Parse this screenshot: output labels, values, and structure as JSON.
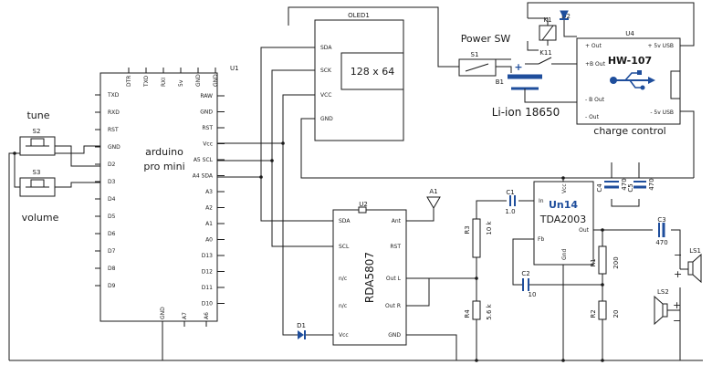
{
  "colors": {
    "wire": "#1a1a1a",
    "accent": "#1f4e9c",
    "background": "#ffffff"
  },
  "oled": {
    "ref": "OLED1",
    "label": "128 x 64",
    "pins": [
      "SDA",
      "SCK",
      "VCC",
      "GND"
    ]
  },
  "arduino": {
    "ref": "U1",
    "title_line1": "arduino",
    "title_line2": "pro mini",
    "left_pins": [
      "TXD",
      "RXD",
      "RST",
      "GND",
      "D2",
      "D3",
      "D4",
      "D5",
      "D6",
      "D7",
      "D8",
      "D9"
    ],
    "top_pins": [
      "DTR",
      "TXO",
      "RXI",
      "5v",
      "GND",
      "GND"
    ],
    "right_pins": [
      "RAW",
      "GND",
      "RST",
      "Vcc",
      "A5 SCL",
      "A4 SDA",
      "A3",
      "A2",
      "A1",
      "A0",
      "D13",
      "D12",
      "D11",
      "D10"
    ],
    "bottom_pins": [
      "GND",
      "A7",
      "A6"
    ]
  },
  "switches": {
    "tune_label": "tune",
    "volume_label": "volume",
    "s2": "S2",
    "s3": "S3",
    "power_label": "Power SW",
    "s1": "S1"
  },
  "relay": {
    "k1": "K1",
    "k11": "K11",
    "d2": "D2"
  },
  "battery": {
    "ref": "B1",
    "label": "Li-ion 18650"
  },
  "charger": {
    "ref": "U4",
    "model": "HW-107",
    "caption": "charge control",
    "left_pins": [
      "+ Out",
      "+B Out",
      "- B Out",
      "- Out"
    ],
    "right_pins": [
      "+ 5v USB",
      "- 5v USB"
    ]
  },
  "radio": {
    "ref": "U2",
    "model": "RDA5807",
    "left_pins": [
      "SDA",
      "SCL",
      "n/c",
      "n/c",
      "Vcc"
    ],
    "right_pins": [
      "Ant",
      "RST",
      "Out L",
      "Out R",
      "GND"
    ],
    "antenna": "A1",
    "diode": "D1"
  },
  "amplifier": {
    "ref": "Un14",
    "model": "TDA2003",
    "pins": [
      "In",
      "Vcc",
      "Out",
      "Fb",
      "Gnd"
    ]
  },
  "parts": {
    "c1_ref": "C1",
    "c1_val": "1.0",
    "c2_ref": "C2",
    "c2_val": "10",
    "c3_ref": "C3",
    "c3_val": "470",
    "c4_ref": "C4",
    "c4_val": "470",
    "c5_ref": "C5",
    "c5_val": "470",
    "r1_ref": "R1",
    "r1_val": "200",
    "r2_ref": "R2",
    "r2_val": "20",
    "r3_ref": "R3",
    "r3_val": "10 k",
    "r4_ref": "R4",
    "r4_val": "5.6 k",
    "ls1": "LS1",
    "ls2": "LS2"
  }
}
